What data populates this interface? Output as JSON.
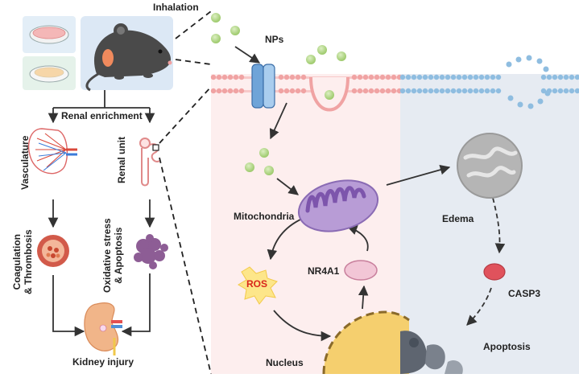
{
  "labels": {
    "inhalation": "Inhalation",
    "nps": "NPs",
    "renal_enrichment": "Renal enrichment",
    "vasculature": "Vasculature",
    "renal_unit": "Renal unit",
    "coagulation_line1": "Coagulation",
    "coagulation_line2": "& Thrombosis",
    "oxidative_line1": "Oxidative stress",
    "oxidative_line2": "& Apoptosis",
    "kidney_injury": "Kidney injury",
    "mitochondria": "Mitochondria",
    "ros": "ROS",
    "nr4a1": "NR4A1",
    "nucleus": "Nucleus",
    "edema": "Edema",
    "casp3": "CASP3",
    "apoptosis": "Apoptosis"
  },
  "colors": {
    "left_panel_bg": "#fdeeee",
    "right_panel_bg": "#e6ebf2",
    "membrane_pink": "#f0a8a8",
    "membrane_blue": "#8fbde0",
    "np_green": "#b6d88a",
    "mito_purple": "#a98cc8",
    "casp3_red": "#e0525c",
    "nr4a1_pink": "#f2c6d6",
    "nucleus_yellow": "#f5cf6e",
    "ros_yellow": "#fde68a"
  }
}
